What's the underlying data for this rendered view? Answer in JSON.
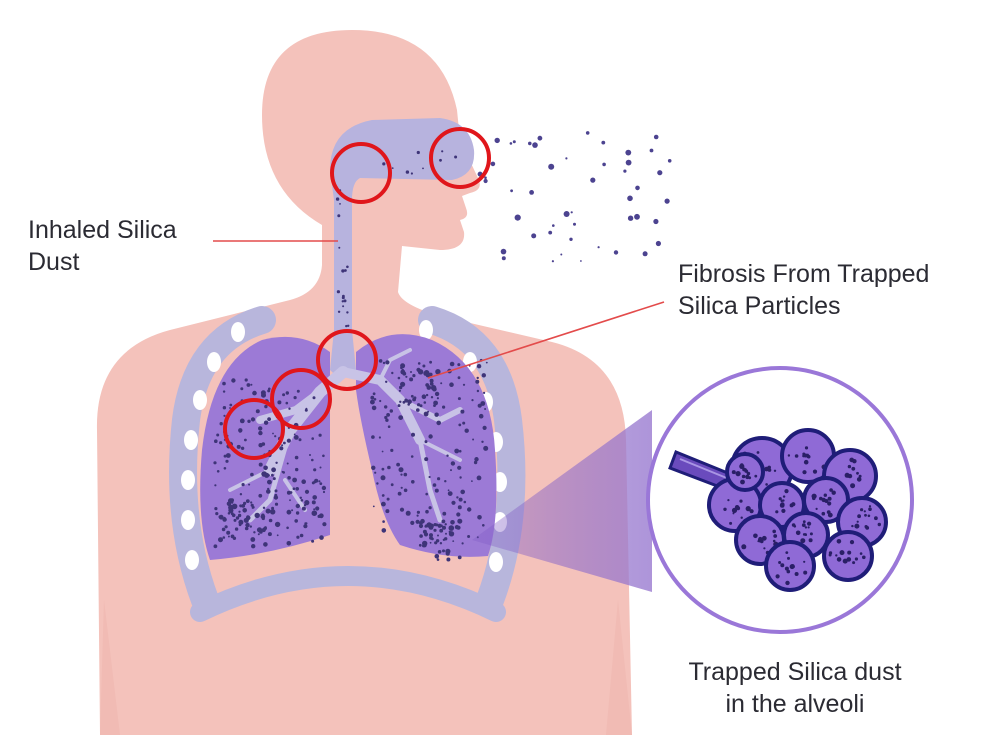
{
  "labels": {
    "inhaled_line1": "Inhaled Silica",
    "inhaled_line2": "Dust",
    "fibrosis_line1": "Fibrosis From Trapped",
    "fibrosis_line2": "Silica Particles",
    "alveoli_line1": "Trapped Silica dust",
    "alveoli_line2": "in the alveoli"
  },
  "colors": {
    "skin": "#f4c2bb",
    "airway": "#b7b3de",
    "lung": "#9c7ad6",
    "lung_dark": "#7a55c2",
    "bronchi": "#c8c3e6",
    "particle": "#3e3478",
    "ribcage": "#b8b6dc",
    "ribcage_bead": "#ffffff",
    "highlight_circle": "#e0161b",
    "pointer_line": "#e34b4b",
    "magnifier_ring": "#9a77d8",
    "alveolus_fill": "#8f6ad6",
    "alveolus_stroke": "#1f1d78"
  }
}
